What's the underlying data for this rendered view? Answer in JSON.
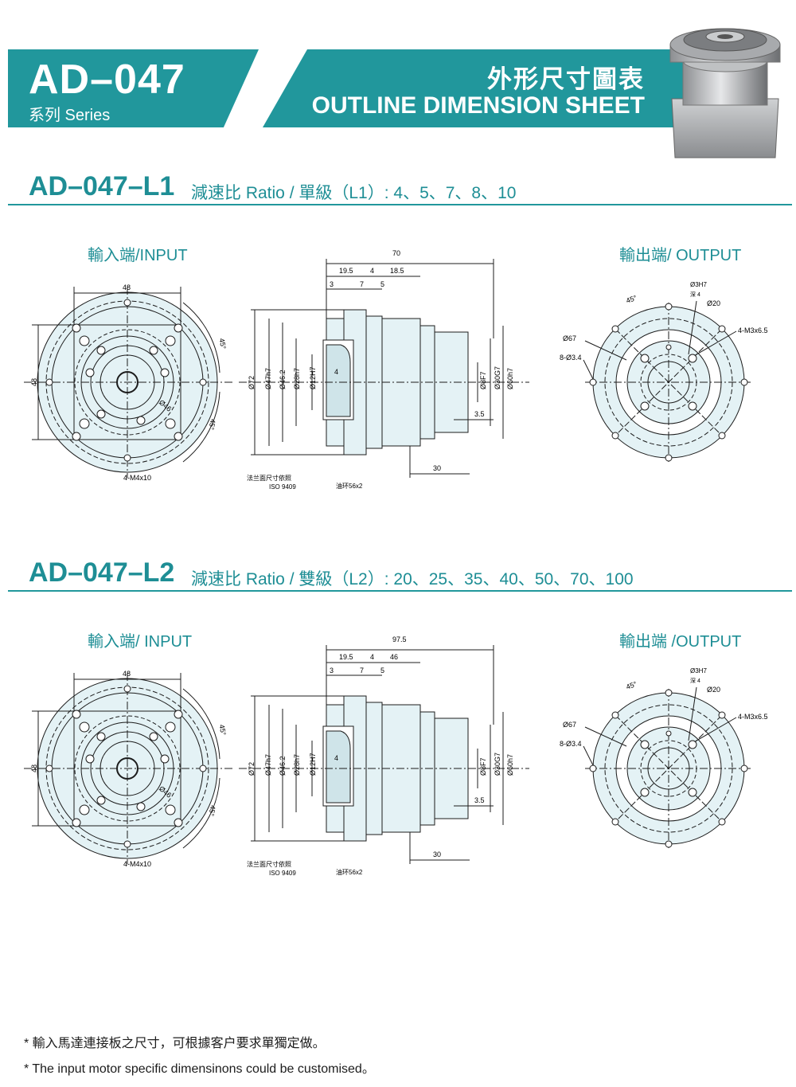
{
  "header": {
    "model": "AD–047",
    "series": "系列 Series",
    "title_zh": "外形尺寸圖表",
    "title_en": "OUTLINE DIMENSION SHEET"
  },
  "colors": {
    "accent": "#21979c",
    "part_fill": "#e4f2f5",
    "line": "#1c1c1c"
  },
  "sections": [
    {
      "name": "AD–047–L1",
      "ratio": "減速比 Ratio / 單級（L1）: 4、5、7、8、10",
      "input_label": "輸入端/INPUT",
      "output_label": "輸出端/ OUTPUT",
      "dims": {
        "d48_top": "48",
        "d48_side": "48",
        "d45a": "45°",
        "d45b": "45°",
        "d46": "Ø46",
        "m4": "4-M4x10",
        "d70": "70",
        "d19_5": "19.5",
        "d4": "4",
        "d18_5": "18.5",
        "d3": "3",
        "d7": "7",
        "d5": "5",
        "d72": "Ø72",
        "d47": "Ø47h7",
        "d46_2": "Ø46.2",
        "d28": "Ø28h7",
        "d12": "Ø12H7",
        "d4b": "4",
        "d8": "Ø8F7",
        "d30": "Ø30G7",
        "d60": "Ø60h7",
        "d3_5": "3.5",
        "d30b": "30",
        "flange": "法兰面尺寸依照",
        "iso": "ISO 9409",
        "oring": "油环56x2",
        "o45": "45°",
        "o3h7": "Ø3H7",
        "odeep": "深 4",
        "o20": "Ø20",
        "om3": "4-M3x6.5",
        "o67": "Ø67",
        "o8": "8-Ø3.4"
      }
    },
    {
      "name": "AD–047–L2",
      "ratio": "減速比 Ratio / 雙級（L2）: 20、25、35、40、50、70、100",
      "input_label": "輸入端/ INPUT",
      "output_label": "輸出端 /OUTPUT",
      "dims": {
        "d48_top": "48",
        "d48_side": "48",
        "d45a": "45°",
        "d45b": "45°",
        "d46": "Ø46",
        "m4": "4-M4x10",
        "d70": "97.5",
        "d19_5": "19.5",
        "d4": "4",
        "d18_5": "46",
        "d3": "3",
        "d7": "7",
        "d5": "5",
        "d72": "Ø72",
        "d47": "Ø47h7",
        "d46_2": "Ø46.2",
        "d28": "Ø28h7",
        "d12": "Ø12H7",
        "d4b": "4",
        "d8": "Ø8F7",
        "d30": "Ø30G7",
        "d60": "Ø60h7",
        "d3_5": "3.5",
        "d30b": "30",
        "flange": "法兰面尺寸依照",
        "iso": "ISO 9409",
        "oring": "油环56x2",
        "o45": "45°",
        "o3h7": "Ø3H7",
        "odeep": "深 4",
        "o20": "Ø20",
        "om3": "4-M3x6.5",
        "o67": "Ø67",
        "o8": "8-Ø3.4"
      }
    }
  ],
  "footnotes": {
    "zh": "* 輸入馬達連接板之尺寸，可根據客户要求單獨定做。",
    "en": "* The input motor specific dimensinons could be customised。"
  }
}
